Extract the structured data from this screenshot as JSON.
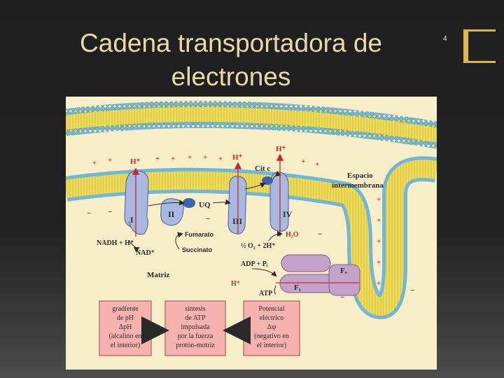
{
  "slide": {
    "title_line1": "Cadena transportadora de",
    "title_line2": "electrones",
    "number": "4"
  },
  "figure": {
    "space_label_1": "Espacio",
    "space_label_2": "intermembrana",
    "matrix_label": "Matriz",
    "proton": "H⁺",
    "plus": "+",
    "minus": "−",
    "complexes": [
      "I",
      "II",
      "III",
      "IV"
    ],
    "uq": "UQ",
    "cytc": "Cit c",
    "nadh": "NADH + H⁺",
    "nad": "NAD⁺",
    "fumarato": "Fumarato",
    "succinato": "Succinato",
    "water": "H₂O",
    "oxygen_reaction": "½ O₂ + 2H⁺",
    "adp": "ADP + Pᵢ",
    "atp": "ATP",
    "fo": "Fₒ",
    "f1": "F₁",
    "box_left": [
      "gradiente",
      "de pH",
      "ΔpH",
      "(alcalino en",
      "el interior)"
    ],
    "box_middle": [
      "síntesis",
      "de ATP",
      "impulsada",
      "por la fuerza",
      "protón-motriz"
    ],
    "box_right": [
      "Potencial",
      "eléctrico",
      "Δψ",
      "(negativo en",
      "el interior)"
    ]
  },
  "colors": {
    "title": "#e9d9a6",
    "accent": "#d8b84e",
    "membrane_head": "#6fb6d8",
    "membrane_tail": "#e8d548",
    "protein": "#a9b8e0",
    "atpase": "#c4a2c9",
    "proton_red": "#c9252c",
    "box_fill": "#f6b2ae",
    "arrow_blue": "#3d63b5"
  }
}
